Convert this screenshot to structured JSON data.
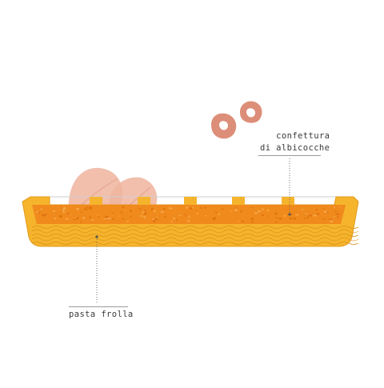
{
  "labels": {
    "jam_line1": "confettura",
    "jam_line2": "di albicocche",
    "pastry": "pasta frolla"
  },
  "colors": {
    "crust": "#f5b42c",
    "crust_edge": "#e39a1a",
    "crust_lines": "#d9921d",
    "jam": "#f08a1c",
    "jam_dark": "#e2740f",
    "jam_speckle": "#f6a544",
    "leaf": "#efb49d",
    "leaf_vein": "#e3a086",
    "ring": "#d9826a",
    "leader": "#555555",
    "cream_line": "#cfcfcf"
  },
  "icons": {
    "tart": "tart-cross-section-icon",
    "leaves": "leaf-icon",
    "rings": "apricot-ring-icon"
  }
}
